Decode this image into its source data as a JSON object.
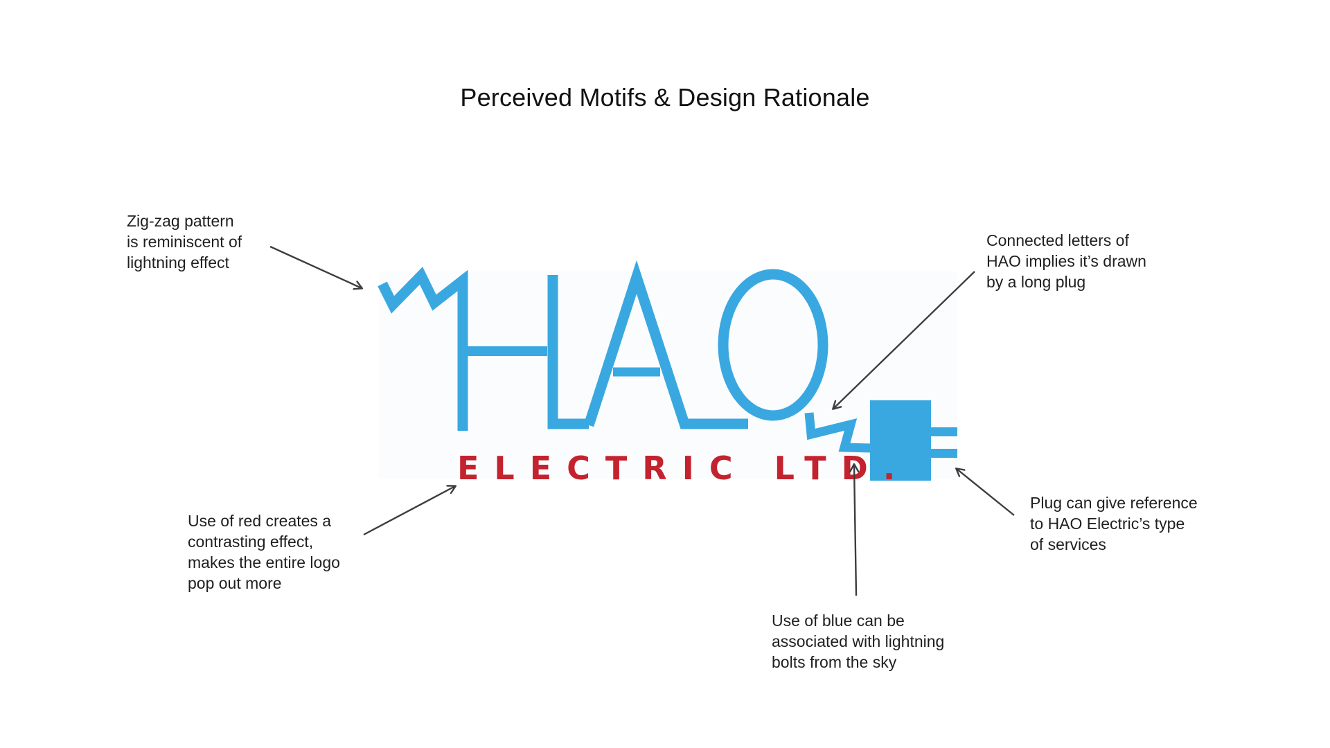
{
  "title": "Perceived Motifs & Design Rationale",
  "logo": {
    "main_text": "HAO",
    "sub_text": "ELECTRIC LTD.",
    "blue": "#3aa8e0",
    "red": "#c4222e"
  },
  "annotations": {
    "zigzag": [
      "Zig-zag pattern",
      "is reminiscent of",
      "lightning effect"
    ],
    "connected": [
      "Connected letters of",
      "HAO implies it’s drawn",
      "by a long plug"
    ],
    "red": [
      "Use of red creates a",
      "contrasting effect,",
      "makes the entire logo",
      "pop out more"
    ],
    "plug": [
      "Plug can give reference",
      "to HAO Electric’s type",
      "of services"
    ],
    "blue": [
      "Use of blue can be",
      "associated with lightning",
      "bolts from the sky"
    ]
  },
  "icons": {
    "arrow": "arrow-icon",
    "plug": "plug-icon"
  }
}
